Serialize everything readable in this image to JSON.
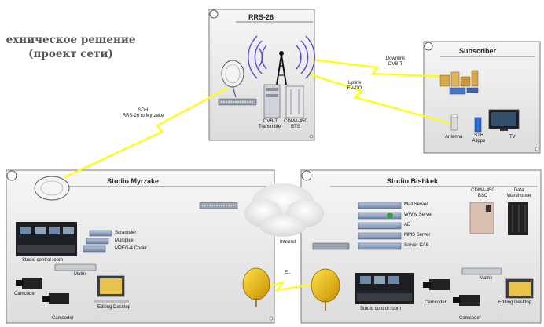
{
  "title": {
    "line1": "ехническое решение",
    "line2": "(проект сети)"
  },
  "boxes": {
    "rrs": {
      "title": "RRS-26"
    },
    "subscriber": {
      "title": "Subscriber"
    },
    "myrzake": {
      "title": "Studio Myrzake"
    },
    "bishkek": {
      "title": "Studio Bishkek"
    }
  },
  "links": {
    "sdh": {
      "line1": "SDH",
      "line2": "RRS-26 to Myrzake"
    },
    "downlink": {
      "line1": "Downlink",
      "line2": "DVB-T"
    },
    "uplink": {
      "line1": "Uplink",
      "line2": "EV-DO"
    },
    "internet": "Internet",
    "e1": "E1"
  },
  "rrs_devices": {
    "transmitter": {
      "line1": "DVB-T",
      "line2": "Transmitter"
    },
    "bts": {
      "line1": "CDMA-450",
      "line2": "BTS"
    }
  },
  "subscriber_devices": {
    "antenna": "Antenna",
    "stb": {
      "line1": "STB",
      "line2": "Alippe"
    },
    "tv": "TV"
  },
  "myrzake": {
    "scrambler": "Scrambler",
    "multiplex": "Multiplex",
    "coder": "MPEG-4 Coder",
    "control_room": "Studio control room",
    "matrix": "Matrix",
    "camcoder1": "Camcoder",
    "camcoder2": "Camcoder",
    "editing": "Editing Desktop"
  },
  "bishkek": {
    "servers": [
      "Mail Server",
      "WWW Server",
      "AD",
      "MMS Server",
      "Server CAS"
    ],
    "bsc": {
      "line1": "CDMA-450",
      "line2": "BSC"
    },
    "warehouse": {
      "line1": "Data",
      "line2": "Warehouse"
    },
    "control_room": "Studio control room",
    "matrix": "Matrix",
    "camcoder1": "Camcoder",
    "camcoder2": "Camcoder",
    "editing": "Editing Desktop"
  },
  "colors": {
    "box_fill": "#ebebeb",
    "box_border": "#7a7a7a",
    "link": "#ffff00",
    "wave": "#5a4fd0",
    "satellite": "#f2c200"
  }
}
